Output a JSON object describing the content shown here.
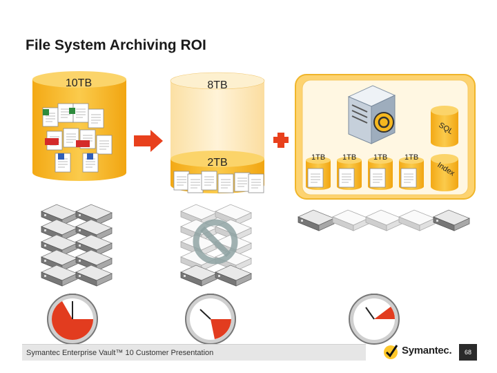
{
  "title": "File System Archiving ROI",
  "cylinders": {
    "source_label": "10TB",
    "archive_label": "8TB",
    "remaining_label": "2TB"
  },
  "vault": {
    "db_label": "SQL",
    "index_label": "Index",
    "partition_labels": [
      "1TB",
      "1TB",
      "1TB",
      "1TB"
    ]
  },
  "footer": {
    "presentation": "Symantec Enterprise Vault™ 10 Customer Presentation",
    "logo": "Symantec.",
    "page_number": "68"
  },
  "colors": {
    "gold": "#f6b81f",
    "gold_light": "#fce3a0",
    "arrow_red": "#e8401c",
    "clock_red": "#e23c1f",
    "prohibit": "#8a9a9a"
  },
  "icons": [
    "document-icon",
    "right-arrow-icon",
    "plus-icon",
    "server-icon",
    "database-icon",
    "storage-tray-icon",
    "clock-icon",
    "no-entry-icon",
    "checkmark-icon"
  ]
}
